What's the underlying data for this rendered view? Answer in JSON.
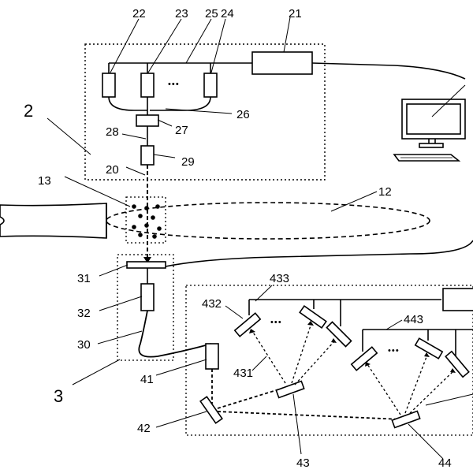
{
  "labels": {
    "l2": "2",
    "l3": "3",
    "l12": "12",
    "l13": "13",
    "l20": "20",
    "l21": "21",
    "l22": "22",
    "l23": "23",
    "l24": "24",
    "l25": "25",
    "l26": "26",
    "l27": "27",
    "l28": "28",
    "l29": "29",
    "l30": "30",
    "l31": "31",
    "l32": "32",
    "l41": "41",
    "l42": "42",
    "l43": "43",
    "l431": "431",
    "l432": "432",
    "l433": "433",
    "l44": "44",
    "l443": "443"
  },
  "ellipsis": "• • •"
}
